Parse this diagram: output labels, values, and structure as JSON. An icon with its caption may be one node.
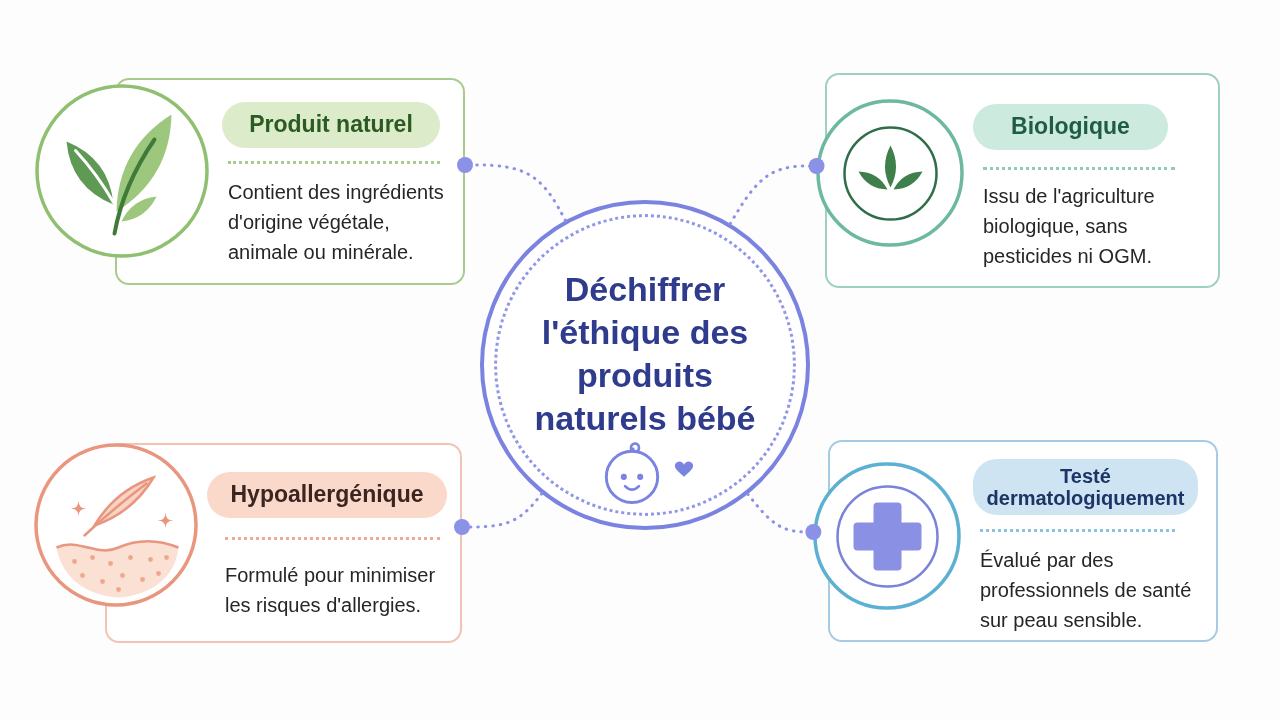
{
  "diagram": {
    "nodes": [
      {
        "text": [
          "Déchiffrer l'éthique des produits naturels bébé"
        ]
      },
      {
        "text": [
          "Produit naturel",
          "Contient des ingrédients d'origine végétale, animale ou minérale."
        ]
      },
      {
        "text": [
          "Biologique",
          "Issu de l'agriculture biologique, sans pesticides ni OGM."
        ]
      },
      {
        "text": [
          "Hypoallergénique",
          "Formulé pour minimiser les risques d'allergies."
        ]
      },
      {
        "text": [
          "Testé dermatologiquement",
          "Évalué par des professionnels de santé sur peau sensible."
        ]
      }
    ],
    "edges": [
      {
        "from": 0,
        "to": 1,
        "arrow": "other",
        "style": "dashed"
      },
      {
        "from": 0,
        "to": 2,
        "arrow": "other",
        "style": "dashed"
      },
      {
        "from": 0,
        "to": 3,
        "arrow": "other",
        "style": "dashed"
      },
      {
        "from": 0,
        "to": 4,
        "arrow": "other",
        "style": "dashed"
      }
    ]
  }
}
